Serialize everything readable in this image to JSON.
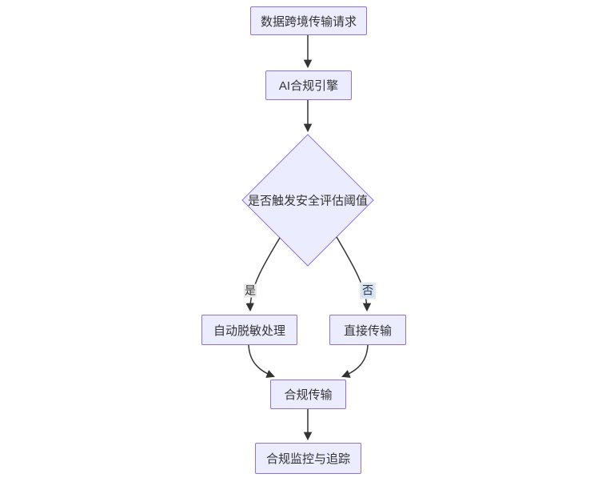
{
  "diagram": {
    "type": "flowchart",
    "direction": "top-down",
    "nodes": [
      {
        "id": "request",
        "label": "数据跨境传输请求",
        "shape": "rect"
      },
      {
        "id": "engine",
        "label": "AI合规引擎",
        "shape": "rect"
      },
      {
        "id": "decision",
        "label": "是否触发安全评估阈值",
        "shape": "diamond"
      },
      {
        "id": "desensitize",
        "label": "自动脱敏处理",
        "shape": "rect"
      },
      {
        "id": "direct",
        "label": "直接传输",
        "shape": "rect"
      },
      {
        "id": "compliant",
        "label": "合规传输",
        "shape": "rect"
      },
      {
        "id": "monitor",
        "label": "合规监控与追踪",
        "shape": "rect"
      }
    ],
    "edges": [
      {
        "from": "request",
        "to": "engine",
        "label": ""
      },
      {
        "from": "engine",
        "to": "decision",
        "label": ""
      },
      {
        "from": "decision",
        "to": "desensitize",
        "label": "是"
      },
      {
        "from": "decision",
        "to": "direct",
        "label": "否"
      },
      {
        "from": "desensitize",
        "to": "compliant",
        "label": ""
      },
      {
        "from": "direct",
        "to": "compliant",
        "label": ""
      },
      {
        "from": "compliant",
        "to": "monitor",
        "label": ""
      }
    ],
    "colors": {
      "node_fill": "#ECECFF",
      "node_border": "#9370DB",
      "edge": "#333333",
      "text": "#333333",
      "edge_label_bg": "#e8e8e8",
      "no_label_highlight": "#cfe2fa"
    }
  }
}
